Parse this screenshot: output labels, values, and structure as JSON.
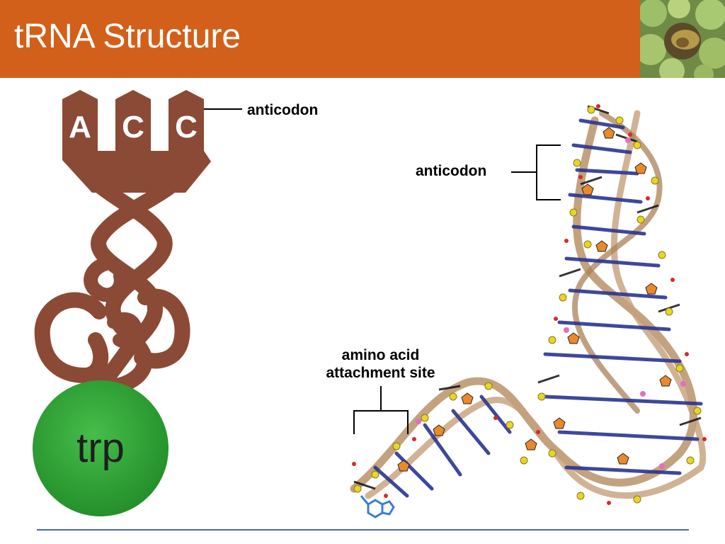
{
  "slide": {
    "title": "tRNA Structure"
  },
  "cartoon": {
    "bases": [
      "A",
      "C",
      "C"
    ],
    "amino_acid": "trp",
    "anticodon_label": "anticodon"
  },
  "model": {
    "anticodon_label": "anticodon",
    "attachment_label_line1": "amino acid",
    "attachment_label_line2": "attachment site"
  },
  "colors": {
    "header": "#d2601a",
    "trna_brown": "#8b4a36",
    "amino_green": "#2fa335",
    "footer_line": "#4a67b0"
  }
}
